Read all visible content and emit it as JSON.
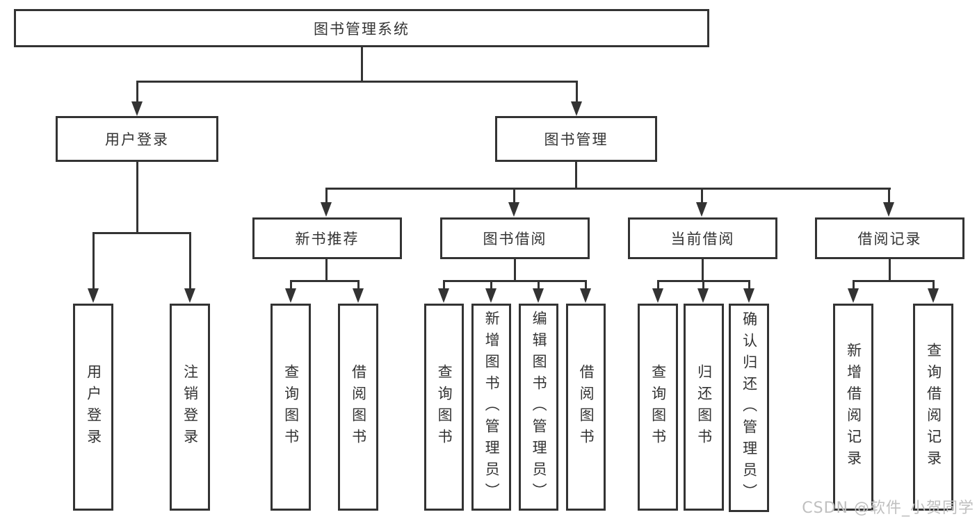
{
  "diagram": {
    "title": "图书管理系统",
    "level2": {
      "user_login": "用户登录",
      "book_mgmt": "图书管理"
    },
    "level3": {
      "new_books": "新书推荐",
      "book_borrow": "图书借阅",
      "current_borrow": "当前借阅",
      "borrow_records": "借阅记录"
    },
    "leaves": {
      "user_login": [
        "用户登录",
        "注销登录"
      ],
      "new_books": [
        "查询图书",
        "借阅图书"
      ],
      "book_borrow": [
        "查询图书",
        "新增图书（管理员）",
        "编辑图书（管理员）",
        "借阅图书"
      ],
      "current_borrow": [
        "查询图书",
        "归还图书",
        "确认归还（管理员）"
      ],
      "borrow_records": [
        "新增借阅记录",
        "查询借阅记录"
      ]
    }
  },
  "watermark": "CSDN @软件_小贺同学",
  "colors": {
    "line": "#333333",
    "text": "#333333",
    "watermark": "#bfbfbf",
    "background": "#ffffff"
  }
}
